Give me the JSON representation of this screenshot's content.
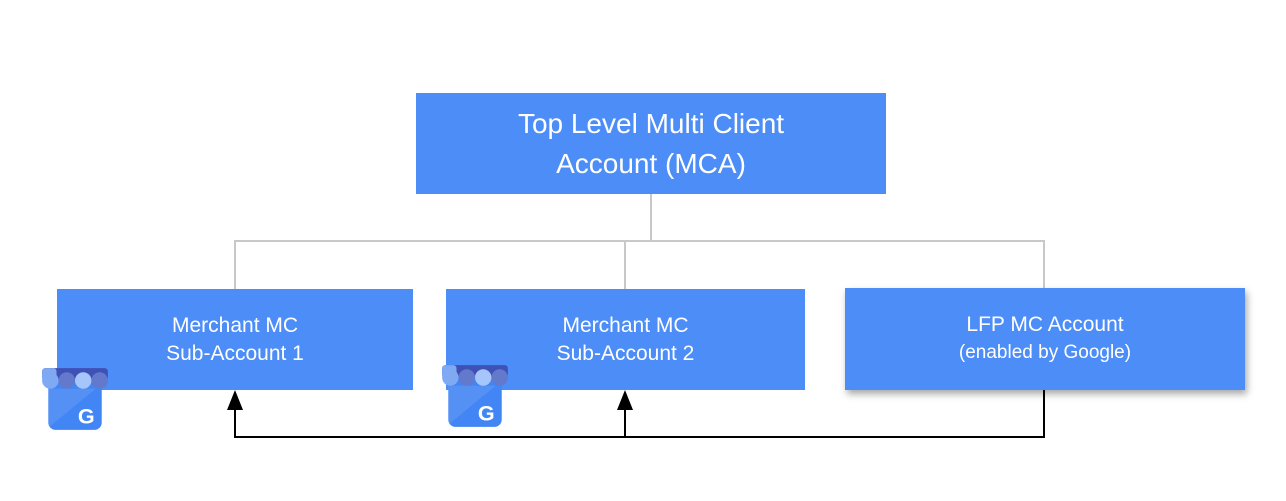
{
  "diagram": {
    "type": "account-hierarchy",
    "nodes": {
      "mca": {
        "line1": "Top Level Multi Client",
        "line2": "Account (MCA)"
      },
      "sub1": {
        "line1": "Merchant MC",
        "line2": "Sub-Account 1"
      },
      "sub2": {
        "line1": "Merchant MC",
        "line2": "Sub-Account 2"
      },
      "lfp": {
        "line1": "LFP MC Account",
        "line2": "(enabled by Google)"
      }
    },
    "edges": {
      "tree": [
        {
          "from": "mca",
          "to": "sub1"
        },
        {
          "from": "mca",
          "to": "sub2"
        },
        {
          "from": "mca",
          "to": "lfp"
        }
      ],
      "feedback_arrows": [
        {
          "from": "lfp",
          "to": "sub1"
        },
        {
          "from": "lfp",
          "to": "sub2"
        }
      ]
    },
    "icons": {
      "business": {
        "name": "google-business-storefront-icon",
        "letter": "G"
      }
    },
    "colors": {
      "node_fill": "#4C8DF8",
      "node_text": "#FFFFFF",
      "tree_connector": "#C8C8C8",
      "feedback_line": "#000000",
      "icon_body": "#4285F4",
      "icon_awning_bar": "#3F51B5",
      "icon_scallop_light": "#7FA9F3",
      "icon_scallop_lighter": "#A6C5FA",
      "icon_scallop_indigo": "#6279CC"
    }
  }
}
